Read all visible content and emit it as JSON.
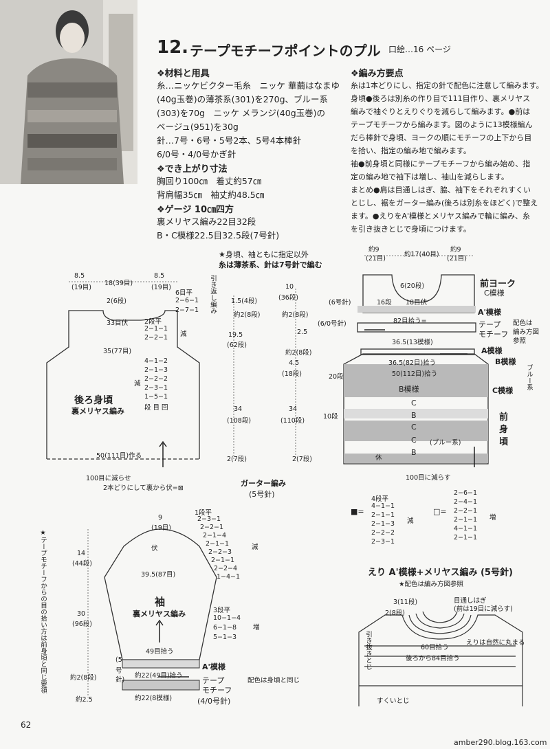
{
  "header": {
    "number": "12.",
    "title": "テープモチーフポイントのプル",
    "ref": "口絵…16 ページ"
  },
  "materials": {
    "heading": "❖材料と用具",
    "lines": [
      "糸…ニッケビクター毛糸　ニッケ 華繭はなまゆ",
      "(40g玉巻)の薄茶系(301)を270g、ブルー系",
      "(303)を70g　ニッケ メランジ(40g玉巻)の",
      "ベージュ(951)を30g",
      "針…7号・6号・5号2本、5号4本棒針",
      "6/0号・4/0号かぎ針"
    ]
  },
  "size": {
    "heading": "❖でき上がり寸法",
    "lines": [
      "胸回り100㎝　着丈約57㎝",
      "背肩幅35㎝　袖丈約48.5㎝"
    ]
  },
  "gauge": {
    "heading": "❖ゲージ 10㎝四方",
    "lines": [
      "裏メリヤス編み22目32段",
      "B・C模様22.5目32.5段(7号針)"
    ]
  },
  "method": {
    "heading": "❖編み方要点",
    "lines": [
      "糸は1本どりにし、指定の針で配色に注意して編みます。",
      "身頃●後ろは別糸の作り目で111目作り、裏メリヤス",
      "編みで袖ぐりとえりぐりを減らして編みます。●前は",
      "テープモチーフから編みます。図のように13模様編ん",
      "だら棒針で身頃、ヨークの順にモチーフの上下から目",
      "を拾い、指定の編み地で編みます。",
      "袖●前身頃と同様にテープモチーフから編み始め、指",
      "定の編み地で袖下は増し、袖山を減らします。",
      "まとめ●肩は目通しはぎ、脇、袖下をそれぞれすくい",
      "とじし、裾をガーター編み(後ろは別糸をほどく)で整え",
      "ます。●えりをA'模様とメリヤス編みで輪に編み、糸",
      "を引き抜きとじで身頃につけます。"
    ]
  },
  "note_top": [
    "★身頃、袖ともに指定以外",
    "糸は薄茶系、針は7号針で編む"
  ],
  "back": {
    "label": "後ろ身頃",
    "sub": "裏メリヤス編み",
    "w_left": "8.5",
    "w_left_s": "(19目)",
    "w_mid": "18(39目)",
    "w_right": "8.5",
    "w_right_s": "(19目)",
    "neck_rows": "2(6段)",
    "bind33": "33目伏",
    "neck_dec": [
      "6目平",
      "2−6−1",
      "2−7−1"
    ],
    "turn": "引き返し編み",
    "shape1": [
      "2段平",
      "2−1−1",
      "2−2−1"
    ],
    "dec_word": "減",
    "width35": "35(77目)",
    "shape2": [
      "4−1−2",
      "2−1−3",
      "2−2−2",
      "2−3−1",
      "1−5−1"
    ],
    "gen_word": "減",
    "legend": "段 目 回",
    "cast": "50(111目)作る",
    "reduce": "100目に減らせ",
    "doubled": "2本どりにして裏から伏=⊠",
    "garter": "ガーター編み",
    "garter_n": "(5号針)"
  },
  "dims_back": {
    "a1": "1.5(4段)",
    "a2": "約2(8段)",
    "a3": "19.5",
    "a3s": "(62段)",
    "a4": "34",
    "a4s": "(108段)",
    "a5": "2(7段)",
    "b1": "10",
    "b1s": "(36段)",
    "b2": "約2(8段)",
    "b3": "2.5",
    "b4": "4.5",
    "b4s": "(18段)",
    "b5": "約2(8段)",
    "b6": "34",
    "b6s": "(110段)",
    "b7": "2(7段)"
  },
  "front": {
    "top1": "約9",
    "top1s": "(21目)",
    "top2": "約17(40目)",
    "top3": "約9",
    "top3s": "(21目)",
    "center": "6(20段)",
    "rows16": "16段",
    "bind18": "18目伏",
    "needle6": "(6号針)",
    "pick82": "82目拾う=",
    "needle60": "(6/0号針)",
    "w365": "36.5(13模様)",
    "pick365": "36.5(82目)拾う",
    "pick50": "50(112目)拾う",
    "rows20": "20段",
    "rows10": "10段",
    "pattern_b": "B模様",
    "c1": "C",
    "b1": "B",
    "c2": "C",
    "c3": "C",
    "b2": "B",
    "blue": "(ブルー系)",
    "rest": "休",
    "reduce100": "100目に減らす",
    "yoke": "前ヨーク",
    "yoke_c": "C模様",
    "ap": "A'模様",
    "tape": [
      "テープ",
      "モチーフ"
    ],
    "a_pat": "A模様",
    "b_pat": "B模様",
    "c_pat": "C模様",
    "blue_side": "ブルー系",
    "color_note": [
      "配色は",
      "編み方図",
      "参照"
    ],
    "body": [
      "前",
      "身",
      "頃"
    ]
  },
  "legend_sq": {
    "black": "■=",
    "black_lines": [
      "4段平",
      "4−1−1",
      "2−1−1",
      "2−1−3",
      "2−2−2",
      "2−3−1"
    ],
    "black_word": "減",
    "white": "□=",
    "white_lines": [
      "2−6−1",
      "2−4−1",
      "2−2−1",
      "2−1−1",
      "4−1−1",
      "2−1−1"
    ],
    "white_word": "増"
  },
  "sleeve": {
    "top": "9",
    "tops": "(19目)",
    "bind": "伏",
    "shape": [
      "1段平",
      "2−3−1",
      "2−2−1",
      "2−1−4",
      "2−1−1",
      "2−2−3",
      "2−1−1",
      "2−2−4",
      "1−4−1"
    ],
    "dec": "減",
    "width": "39.5(87目)",
    "label": "袖",
    "sub": "裏メリヤス編み",
    "inc": [
      "3段平",
      "10−1−4",
      "6−1−8",
      "5−1−3"
    ],
    "inc_word": "増",
    "pick49": "49目拾う",
    "needle5": [
      "(5",
      "号",
      "針)"
    ],
    "ap": "A'模様",
    "about22": "約22(49目)拾う",
    "tape": [
      "テープ",
      "モチーフ"
    ],
    "needle40": "(4/0号針)",
    "about22b": "約22(8模様)",
    "color_same": "配色は身頃と同じ",
    "v1": "14",
    "v1s": "(44段)",
    "v2": "30",
    "v2s": "(96段)",
    "v3": "約2(8段)",
    "v4": "約2.5",
    "vertical_note": "★テープモチーフからの目の拾い方は前身頃と同じ要領"
  },
  "collar": {
    "title": "えり A'模様+メリヤス編み (5号針)",
    "note": "★配色は編み方図参照",
    "r1": "3(11段)",
    "r2": "2(8段)",
    "join": "目通しはぎ",
    "join2": "(前は19目に減らす)",
    "pick60": "60目拾う",
    "curl": "えりは自然に丸まる",
    "pick84": "後ろから84目拾う",
    "pull": "引き抜きとじ",
    "scoop": "すくいとじ"
  },
  "footer": {
    "page": "62",
    "credit": "amber290.blog.163.com"
  }
}
